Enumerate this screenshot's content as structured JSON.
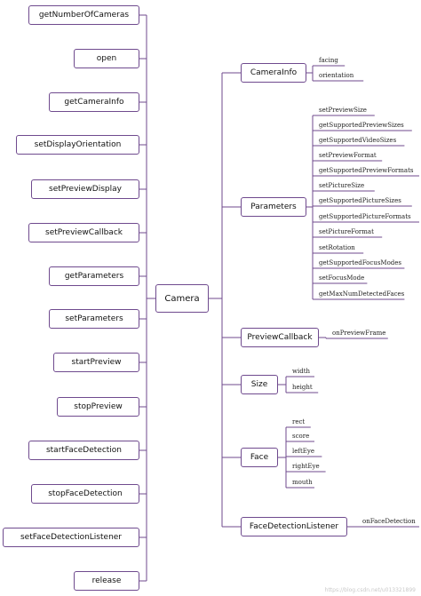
{
  "center": "Camera",
  "left_methods": [
    "getNumberOfCameras",
    "open",
    "getCameraInfo",
    "setDisplayOrientation",
    "setPreviewDisplay",
    "setPreviewCallback",
    "getParameters",
    "setParameters",
    "startPreview",
    "stopPreview",
    "startFaceDetection",
    "stopFaceDetection",
    "setFaceDetectionListener",
    "release"
  ],
  "right_groups": [
    {
      "label": "CameraInfo",
      "children": [
        "facing",
        "orientation"
      ]
    },
    {
      "label": "Parameters",
      "children": [
        "setPreviewSize",
        "getSupportedPreviewSizes",
        "getSupportedVideoSizes",
        "setPreviewFormat",
        "getSupportedPreviewFormats",
        "setPictureSize",
        "getSupportedPictureSizes",
        "getSupportedPictureFormats",
        "setPictureFormat",
        "setRotation",
        "getSupportedFocusModes",
        "setFocusMode",
        "getMaxNumDetectedFaces"
      ]
    },
    {
      "label": "PreviewCallback",
      "children": [
        "onPreviewFrame"
      ]
    },
    {
      "label": "Size",
      "children": [
        "width",
        "height"
      ]
    },
    {
      "label": "Face",
      "children": [
        "rect",
        "score",
        "leftEye",
        "rightEye",
        "mouth"
      ]
    },
    {
      "label": "FaceDetectionListener",
      "children": [
        "onFaceDetection"
      ]
    }
  ],
  "watermark": "https://blog.csdn.net/u013321899",
  "colors": {
    "line": "#6f4a8e",
    "border": "#6f4a8e",
    "text": "#111111"
  }
}
